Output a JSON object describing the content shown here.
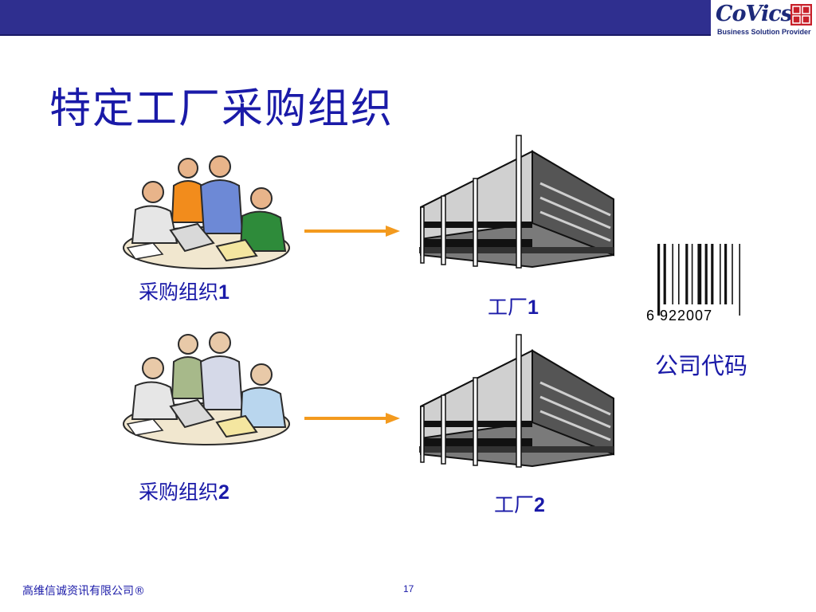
{
  "header": {
    "logo_text": "CoVics",
    "logo_seal_text": "信高誠維",
    "logo_tagline": "Business Solution Provider",
    "bar_color": "#2f2f8f"
  },
  "slide": {
    "title": "特定工厂采购组织",
    "groups": [
      {
        "label": "采购组织",
        "number": "1"
      },
      {
        "label": "采购组织",
        "number": "2"
      }
    ],
    "plants": [
      {
        "label": "工厂",
        "number": "1"
      },
      {
        "label": "工厂",
        "number": "2"
      }
    ],
    "barcode": {
      "digits": "6 922007"
    },
    "company_code_label": "公司代码"
  },
  "footer": {
    "company": "高维信诚资讯有限公司®",
    "page_number": "17"
  },
  "colors": {
    "title_text": "#1a1aa8",
    "arrow": "#f39a1e"
  },
  "icons": [
    "people-meeting-icon",
    "factory-building-icon",
    "barcode-icon",
    "arrow-right-icon"
  ]
}
